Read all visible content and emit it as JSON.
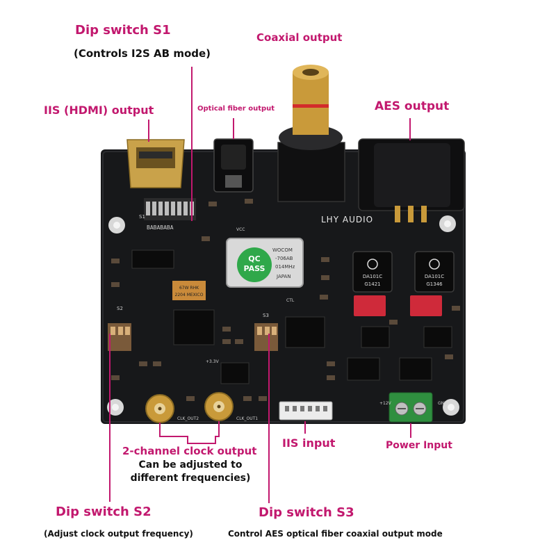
{
  "colors": {
    "label_accent": "#c2186e",
    "label_dark": "#111111",
    "leader_line": "#c2186e",
    "pcb": "#17181a",
    "gold": "#c99a3a"
  },
  "labels": {
    "dip_s1_title": "Dip switch S1",
    "dip_s1_desc": "(Controls I2S AB mode)",
    "coaxial_output": "Coaxial output",
    "iis_hdmi_output": "IIS (HDMI) output",
    "optical_fiber_output": "Optical fiber output",
    "aes_output": "AES output",
    "clock_output_title": "2-channel clock output",
    "clock_output_desc_1": "Can be adjusted to",
    "clock_output_desc_2": "different frequencies)",
    "iis_input": "IIS input",
    "power_input": "Power Input",
    "dip_s2_title": "Dip switch S2",
    "dip_s2_desc": "(Adjust clock output frequency)",
    "dip_s3_title": "Dip switch S3",
    "dip_s3_desc": "Control AES optical fiber coaxial output mode"
  },
  "board": {
    "brand": "LHY AUDIO",
    "qc_line1": "QC",
    "qc_line2": "PASS",
    "osc_line1": "WOCOM",
    "osc_line2": "-706AB",
    "osc_line3": "014MHz",
    "osc_line4": "JAPAN",
    "transformer1_part": "DA101C",
    "transformer1_code": "G1421",
    "transformer2_part": "DA101C",
    "transformer2_code": "G1346",
    "chip_mark1": "67W RHK",
    "chip_mark2": "2204 MEXICO",
    "silk_s1": "S1",
    "silk_dip_ab": "BABABABA",
    "silk_s2": "S2",
    "silk_s3": "S3",
    "silk_clk_out2": "CLK_OUT2",
    "silk_clk_out1": "CLK_OUT1",
    "silk_vcc": "VCC",
    "silk_ctl": "CTL",
    "silk_plus33v": "+3.3V",
    "silk_gnd": "GND",
    "silk_12v": "+12V"
  }
}
